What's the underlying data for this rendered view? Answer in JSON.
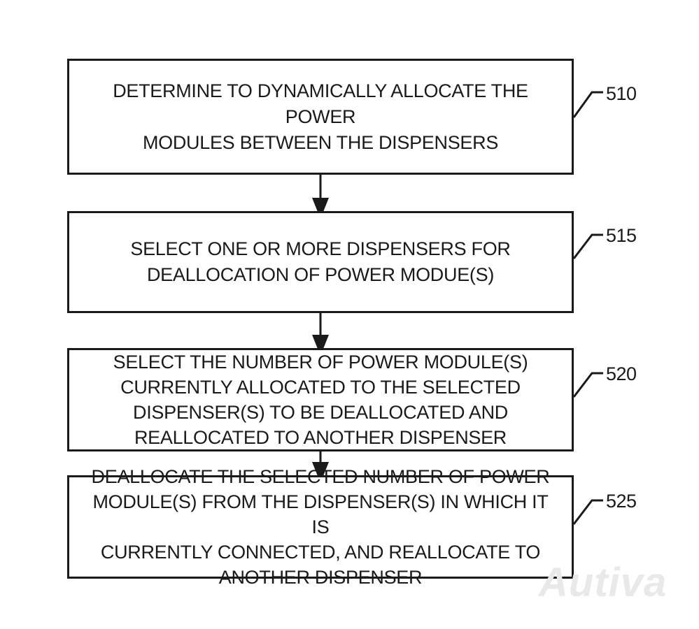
{
  "diagram": {
    "steps": [
      {
        "ref": "510",
        "text": "DETERMINE TO DYNAMICALLY ALLOCATE THE POWER\nMODULES BETWEEN THE DISPENSERS"
      },
      {
        "ref": "515",
        "text": "SELECT ONE OR MORE DISPENSERS FOR\nDEALLOCATION OF POWER MODUE(S)"
      },
      {
        "ref": "520",
        "text": "SELECT THE NUMBER OF POWER MODULE(S)\nCURRENTLY ALLOCATED TO THE SELECTED\nDISPENSER(S) TO BE DEALLOCATED AND\nREALLOCATED TO ANOTHER DISPENSER"
      },
      {
        "ref": "525",
        "text": "DEALLOCATE THE SELECTED NUMBER OF POWER\nMODULE(S) FROM THE DISPENSER(S) IN WHICH IT IS\nCURRENTLY CONNECTED, AND REALLOCATE TO\nANOTHER DISPENSER"
      }
    ]
  },
  "watermark": {
    "text": "Autiva"
  },
  "colors": {
    "line": "#1a1a1a",
    "background": "#ffffff"
  }
}
